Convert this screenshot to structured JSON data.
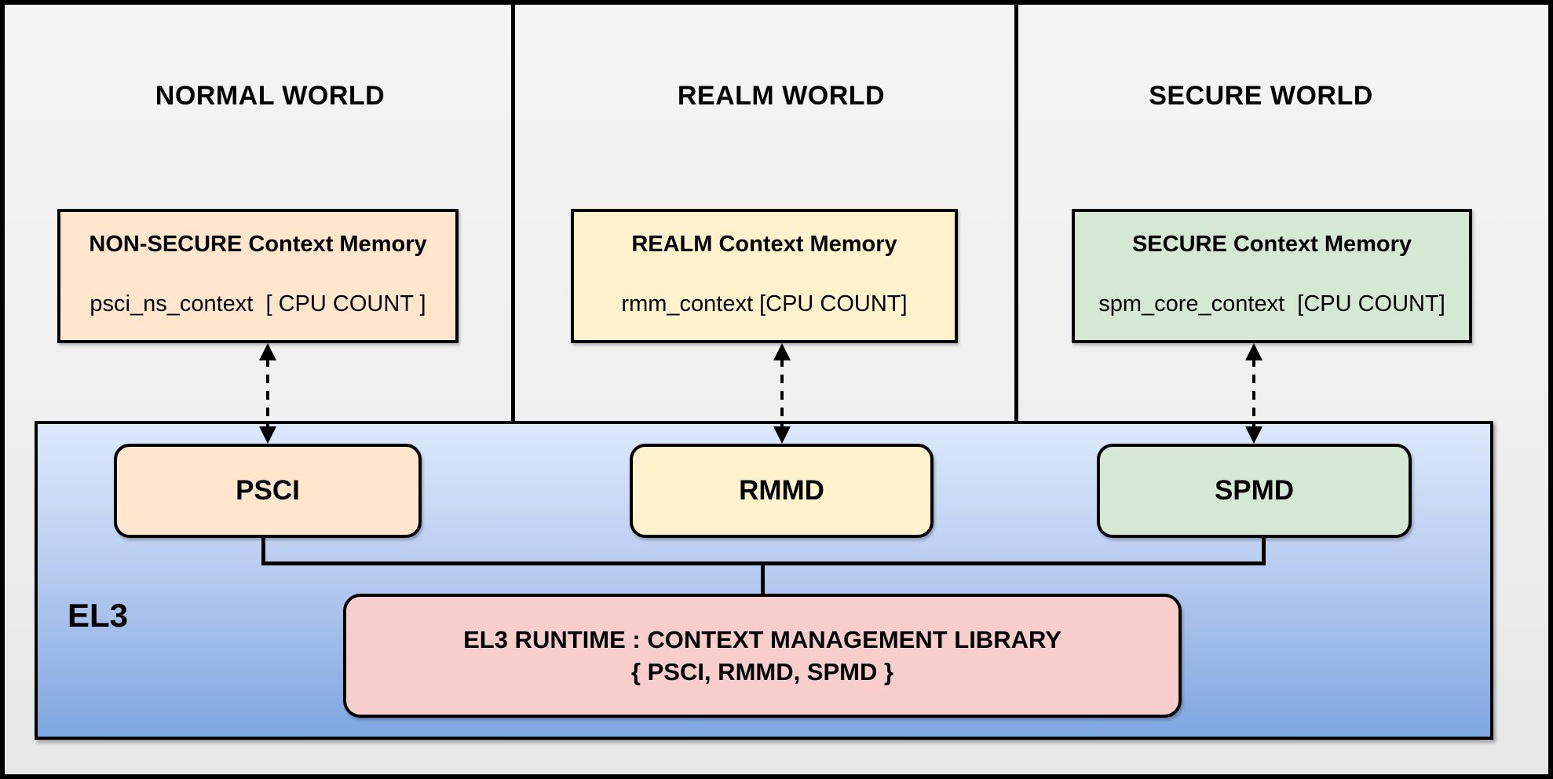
{
  "diagram": {
    "worlds": [
      {
        "title": "NORMAL WORLD",
        "memory": {
          "title": "NON-SECURE Context Memory",
          "code": "psci_ns_context  [ CPU COUNT ]"
        },
        "dispatcher": "PSCI",
        "fill": "#ffe6cc"
      },
      {
        "title": "REALM WORLD",
        "memory": {
          "title": "REALM Context Memory",
          "code": "rmm_context [CPU COUNT]"
        },
        "dispatcher": "RMMD",
        "fill": "#fff2cc"
      },
      {
        "title": "SECURE WORLD",
        "memory": {
          "title": "SECURE Context Memory",
          "code": "spm_core_context  [CPU COUNT]"
        },
        "dispatcher": "SPMD",
        "fill": "#d5e8d4"
      }
    ],
    "el3": {
      "label": "EL3",
      "runtime": {
        "line1": "EL3 RUNTIME : CONTEXT MANAGEMENT LIBRARY",
        "line2": "{ PSCI, RMMD, SPMD }",
        "fill": "#f8cecc"
      },
      "gradient_top": "#dae8fc",
      "gradient_bottom": "#7ea6e0"
    },
    "colors": {
      "panel_background": "#f0f0f0",
      "line": "#000000"
    }
  }
}
